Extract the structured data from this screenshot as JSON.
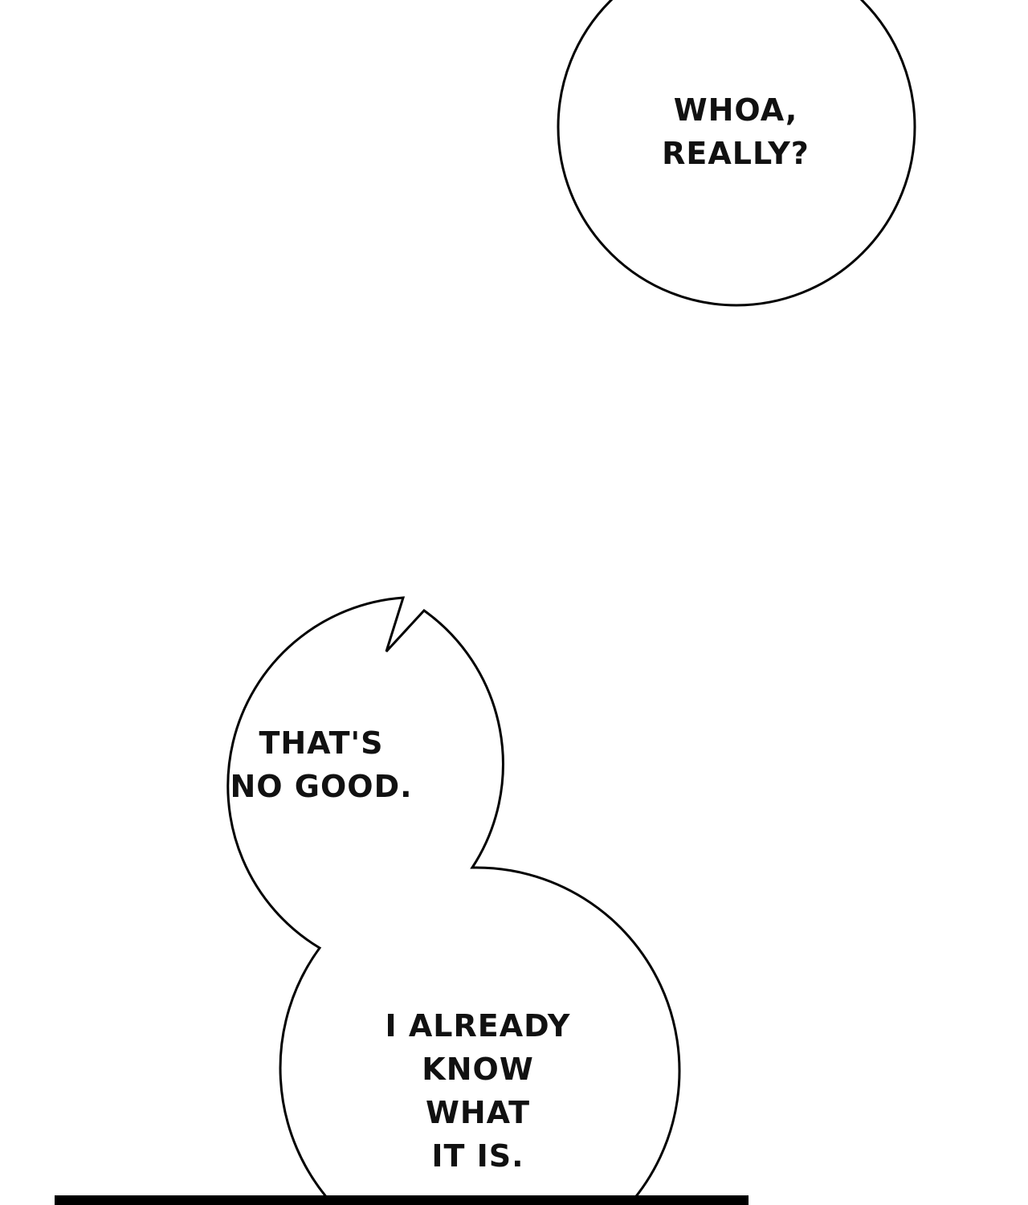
{
  "bubbles": {
    "whoa": {
      "lines": [
        "WHOA,",
        "REALLY?"
      ]
    },
    "no_good": {
      "lines": [
        "THAT'S",
        "NO GOOD."
      ]
    },
    "already_know": {
      "lines": [
        "I ALREADY",
        "KNOW WHAT",
        "IT IS."
      ]
    }
  },
  "colors": {
    "background": "#ffffff",
    "ink": "#000000"
  }
}
